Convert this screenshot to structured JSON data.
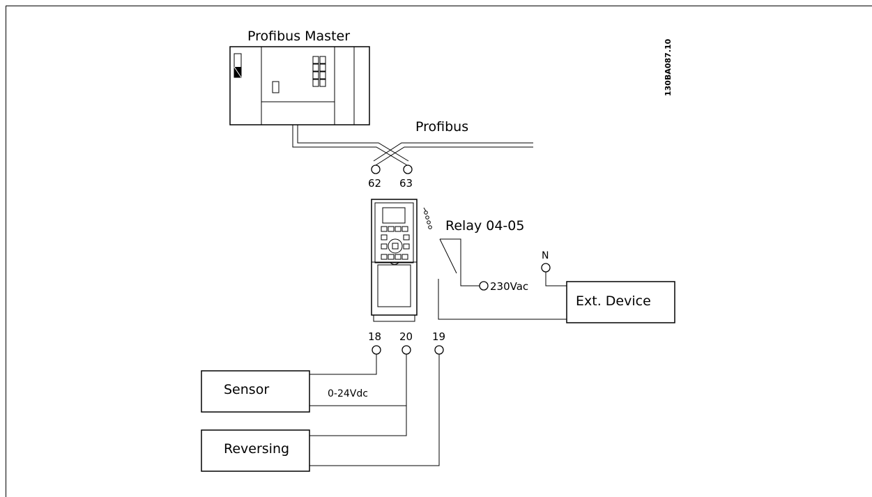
{
  "diagram": {
    "ref_code": "130BA087.10",
    "master": {
      "label": "Profibus Master"
    },
    "bus": {
      "label": "Profibus"
    },
    "bus_terminals": [
      "62",
      "63"
    ],
    "relay": {
      "label": "Relay 04-05"
    },
    "supply": {
      "label": "230Vac"
    },
    "neutral": {
      "label": "N"
    },
    "ext_device": {
      "label": "Ext. Device"
    },
    "input_terminals": [
      "18",
      "20",
      "19"
    ],
    "sensor": {
      "label": "Sensor"
    },
    "sensor_signal": {
      "label": "0-24Vdc"
    },
    "reversing": {
      "label": "Reversing"
    }
  }
}
